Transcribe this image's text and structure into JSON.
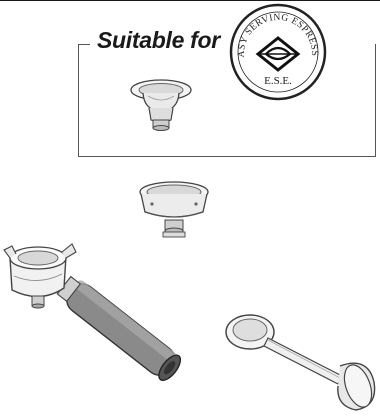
{
  "heading": {
    "text": "Suitable for"
  },
  "logo": {
    "arc_text": "Easy Serving Espresso",
    "bottom_text": "E.S.E."
  },
  "icons": [
    "ese-logo",
    "filter-basket-ese",
    "filter-basket",
    "portafilter",
    "coffee-tamper"
  ]
}
